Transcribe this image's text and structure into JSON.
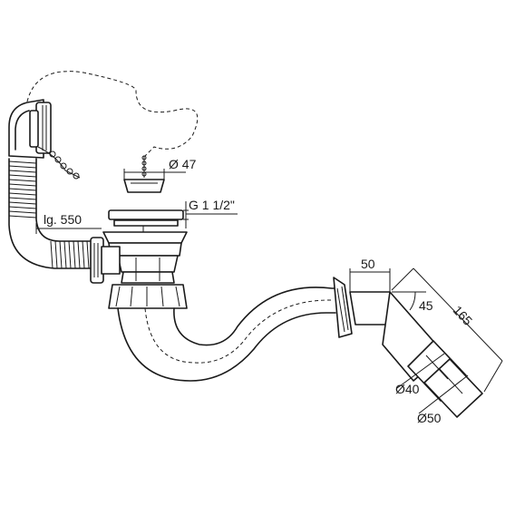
{
  "labels": {
    "hose_length": "lg. 550",
    "plug_diameter": "Ø 47",
    "thread": "G 1 1/2\"",
    "offset": "50",
    "angle": "45",
    "length": "165",
    "diameter_inner": "Ø40",
    "diameter_outer": "Ø50"
  },
  "colors": {
    "line": "#1a1a1a",
    "background": "#ffffff"
  }
}
